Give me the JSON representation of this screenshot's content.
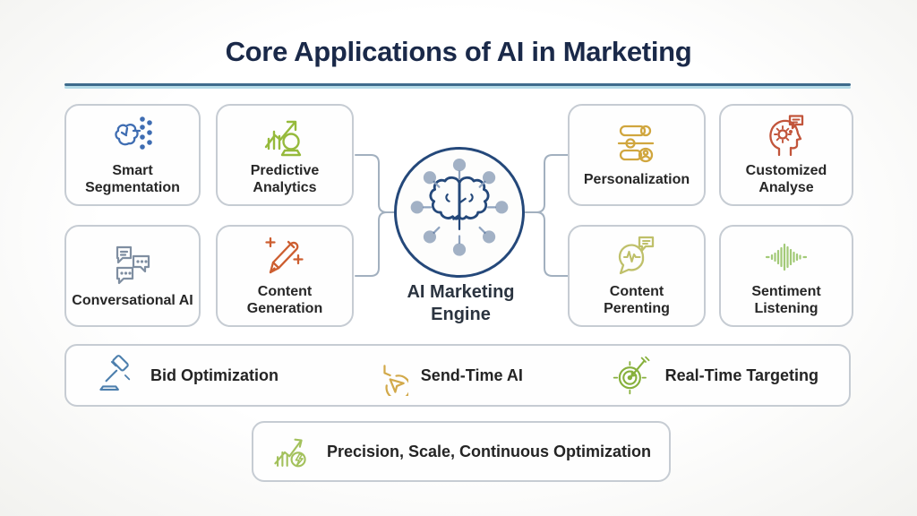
{
  "title": "Core Applications of AI in Marketing",
  "center": {
    "label": "AI Marketing Engine",
    "icon": "brain-network-icon",
    "outline_color": "#24487a",
    "node_color": "#b3c5e0"
  },
  "apps": {
    "left": [
      {
        "label": "Smart Segmentation",
        "icon": "segmentation-brain-dots-icon",
        "color": "#3f6db2"
      },
      {
        "label": "Predictive Analytics",
        "icon": "chart-crystal-ball-icon",
        "color": "#96ba3c"
      },
      {
        "label": "Conversational AI",
        "icon": "chat-bubbles-icon",
        "color": "#7f8ea1"
      },
      {
        "label": "Content Generation",
        "icon": "pencil-sparkles-icon",
        "color": "#cd5e30"
      }
    ],
    "right": [
      {
        "label": "Personalization",
        "icon": "sliders-user-icon",
        "color": "#d0a63e"
      },
      {
        "label": "Customized Analyse",
        "icon": "head-gear-chat-icon",
        "color": "#c2553b"
      },
      {
        "label": "Content Perenting",
        "icon": "chat-waveform-icon",
        "color": "#bfc06a"
      },
      {
        "label": "Sentiment Listening",
        "icon": "audio-waveform-icon",
        "color": "#a3ca78"
      }
    ]
  },
  "bottom_row": [
    {
      "label": "Bid Optimization",
      "icon": "gavel-icon",
      "color": "#4d7fad"
    },
    {
      "label": "Send-Time AI",
      "icon": "clock-send-icon",
      "color": "#d2a94a"
    },
    {
      "label": "Real-Time Targeting",
      "icon": "target-dart-icon",
      "color": "#87b03c"
    }
  ],
  "footer": {
    "label": "Precision, Scale, Continuous Optimization",
    "icon": "growth-lightning-icon",
    "color": "#a3c15c"
  },
  "colors": {
    "title": "#1a2949",
    "divider": "#3e6b8c",
    "divider_glow": "#b5dbe8",
    "box_border": "#c6ccd3",
    "box_background": "#fefefe",
    "label": "#272727",
    "connector": "#a2b0bf",
    "background": "#fafaf7"
  }
}
